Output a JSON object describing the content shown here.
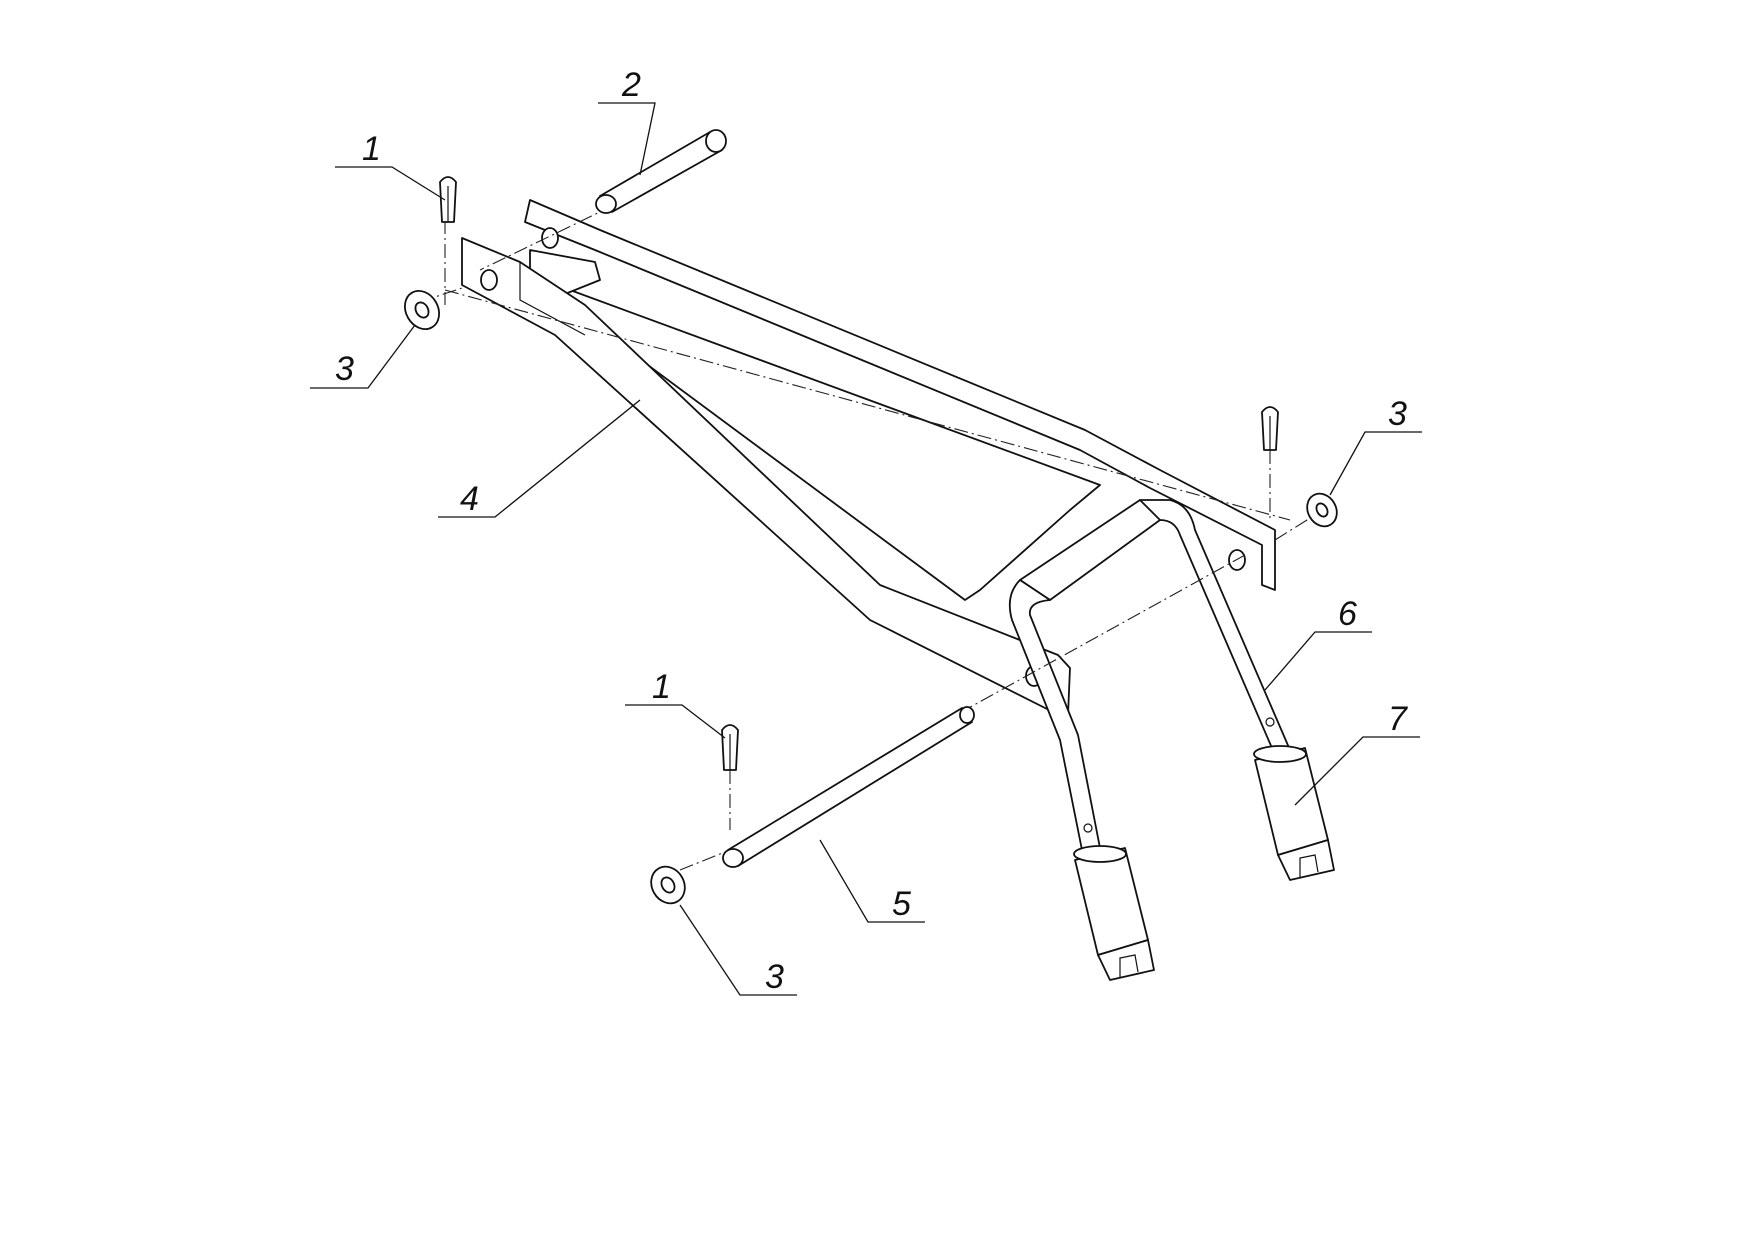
{
  "drawing": {
    "callouts": [
      {
        "id": "1-top",
        "label": "1"
      },
      {
        "id": "2",
        "label": "2"
      },
      {
        "id": "3-left",
        "label": "3"
      },
      {
        "id": "4",
        "label": "4"
      },
      {
        "id": "3-right",
        "label": "3"
      },
      {
        "id": "6",
        "label": "6"
      },
      {
        "id": "7",
        "label": "7"
      },
      {
        "id": "1-bottom",
        "label": "1"
      },
      {
        "id": "5",
        "label": "5"
      },
      {
        "id": "3-bottom",
        "label": "3"
      }
    ]
  }
}
